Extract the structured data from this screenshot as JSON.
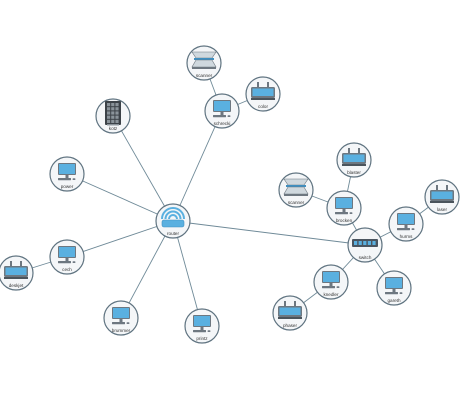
{
  "nodes": [
    {
      "id": "router",
      "label": "router",
      "icon": "router-icon"
    },
    {
      "id": "scanner1",
      "label": "scanner",
      "icon": "scanner-icon"
    },
    {
      "id": "schrecki",
      "label": "schrecki",
      "icon": "computer-icon"
    },
    {
      "id": "color",
      "label": "color",
      "icon": "printer-icon"
    },
    {
      "id": "kotz",
      "label": "kotz",
      "icon": "server-icon"
    },
    {
      "id": "power",
      "label": "power",
      "icon": "computer-icon"
    },
    {
      "id": "cech",
      "label": "cech",
      "icon": "computer-icon"
    },
    {
      "id": "deskjet",
      "label": "deskjet",
      "icon": "printer-icon"
    },
    {
      "id": "brummer",
      "label": "brummer",
      "icon": "computer-icon"
    },
    {
      "id": "printz",
      "label": "printz",
      "icon": "computer-icon"
    },
    {
      "id": "switch",
      "label": "switch",
      "icon": "switch-icon"
    },
    {
      "id": "blaster",
      "label": "blaster",
      "icon": "printer-icon"
    },
    {
      "id": "scanner2",
      "label": "scanner",
      "icon": "scanner-icon"
    },
    {
      "id": "brocken",
      "label": "brocken",
      "icon": "computer-icon"
    },
    {
      "id": "hurms",
      "label": "hurms",
      "icon": "computer-icon"
    },
    {
      "id": "laser",
      "label": "laser",
      "icon": "printer-icon"
    },
    {
      "id": "knedler",
      "label": "knedler",
      "icon": "computer-icon"
    },
    {
      "id": "phaser",
      "label": "phaser",
      "icon": "printer-icon"
    },
    {
      "id": "gareth",
      "label": "gareth",
      "icon": "computer-icon"
    }
  ],
  "edges": [
    [
      "router",
      "schrecki"
    ],
    [
      "router",
      "kotz"
    ],
    [
      "router",
      "power"
    ],
    [
      "router",
      "cech"
    ],
    [
      "router",
      "brummer"
    ],
    [
      "router",
      "printz"
    ],
    [
      "router",
      "switch"
    ],
    [
      "schrecki",
      "scanner1"
    ],
    [
      "schrecki",
      "color"
    ],
    [
      "cech",
      "deskjet"
    ],
    [
      "switch",
      "brocken"
    ],
    [
      "switch",
      "hurms"
    ],
    [
      "switch",
      "knedler"
    ],
    [
      "switch",
      "gareth"
    ],
    [
      "brocken",
      "scanner2"
    ],
    [
      "brocken",
      "blaster"
    ],
    [
      "hurms",
      "laser"
    ],
    [
      "knedler",
      "phaser"
    ]
  ],
  "colors": {
    "node_fill": "#f4f6f8",
    "node_stroke": "#5f7380",
    "edge": "#6f8a98",
    "screen": "#5ab0e0",
    "device_gray": "#6d7780",
    "device_light": "#cfd8de"
  }
}
